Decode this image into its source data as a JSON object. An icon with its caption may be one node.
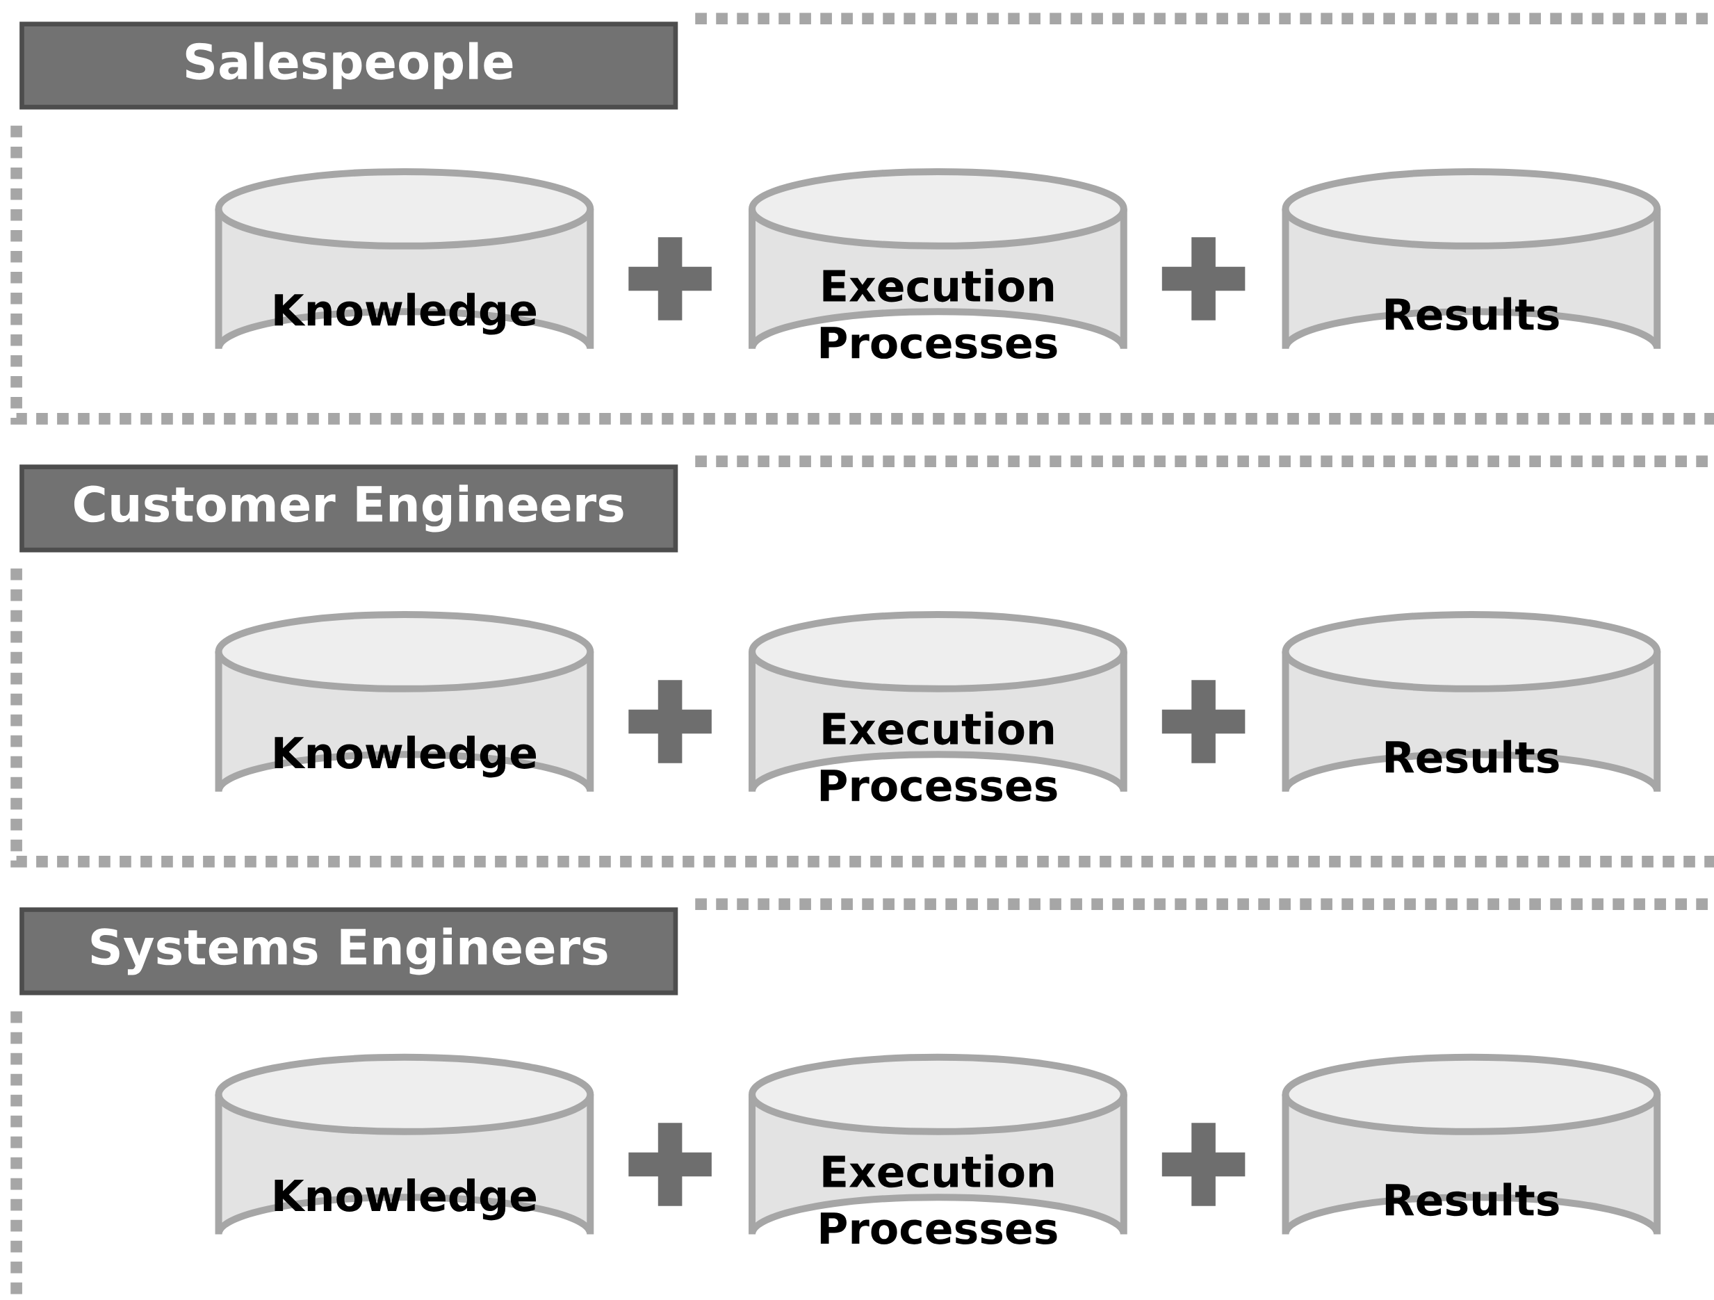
{
  "diagram": {
    "nodes": [
      {
        "text": [
          "Salespeople"
        ]
      },
      {
        "text": [
          "Knowledge"
        ],
        "in": 0
      },
      {
        "text": [
          "Execution Processes"
        ],
        "in": 0
      },
      {
        "text": [
          "Results"
        ],
        "in": 0
      },
      {
        "text": [
          "Customer Engineers"
        ]
      },
      {
        "text": [
          "Knowledge"
        ],
        "in": 4
      },
      {
        "text": [
          "Execution Processes"
        ],
        "in": 4
      },
      {
        "text": [
          "Results"
        ],
        "in": 4
      },
      {
        "text": [
          "Systems Engineers"
        ]
      },
      {
        "text": [
          "Knowledge"
        ],
        "in": 8
      },
      {
        "text": [
          "Execution Processes"
        ],
        "in": 8
      },
      {
        "text": [
          "Results"
        ],
        "in": 8
      }
    ]
  }
}
